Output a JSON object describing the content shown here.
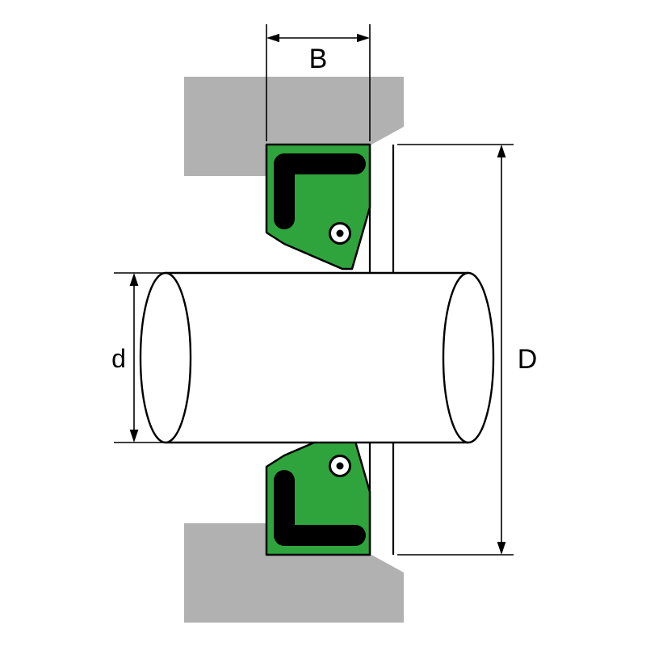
{
  "diagram": {
    "labels": {
      "seal_width": "B",
      "shaft_diameter": "d",
      "outer_diameter": "D"
    },
    "colors": {
      "housing": "#b1b1b1",
      "seal_body": "#2fa43c",
      "seal_insert": "#000000",
      "shaft": "#ffffff",
      "outline": "#000000",
      "background": "#ffffff"
    }
  }
}
